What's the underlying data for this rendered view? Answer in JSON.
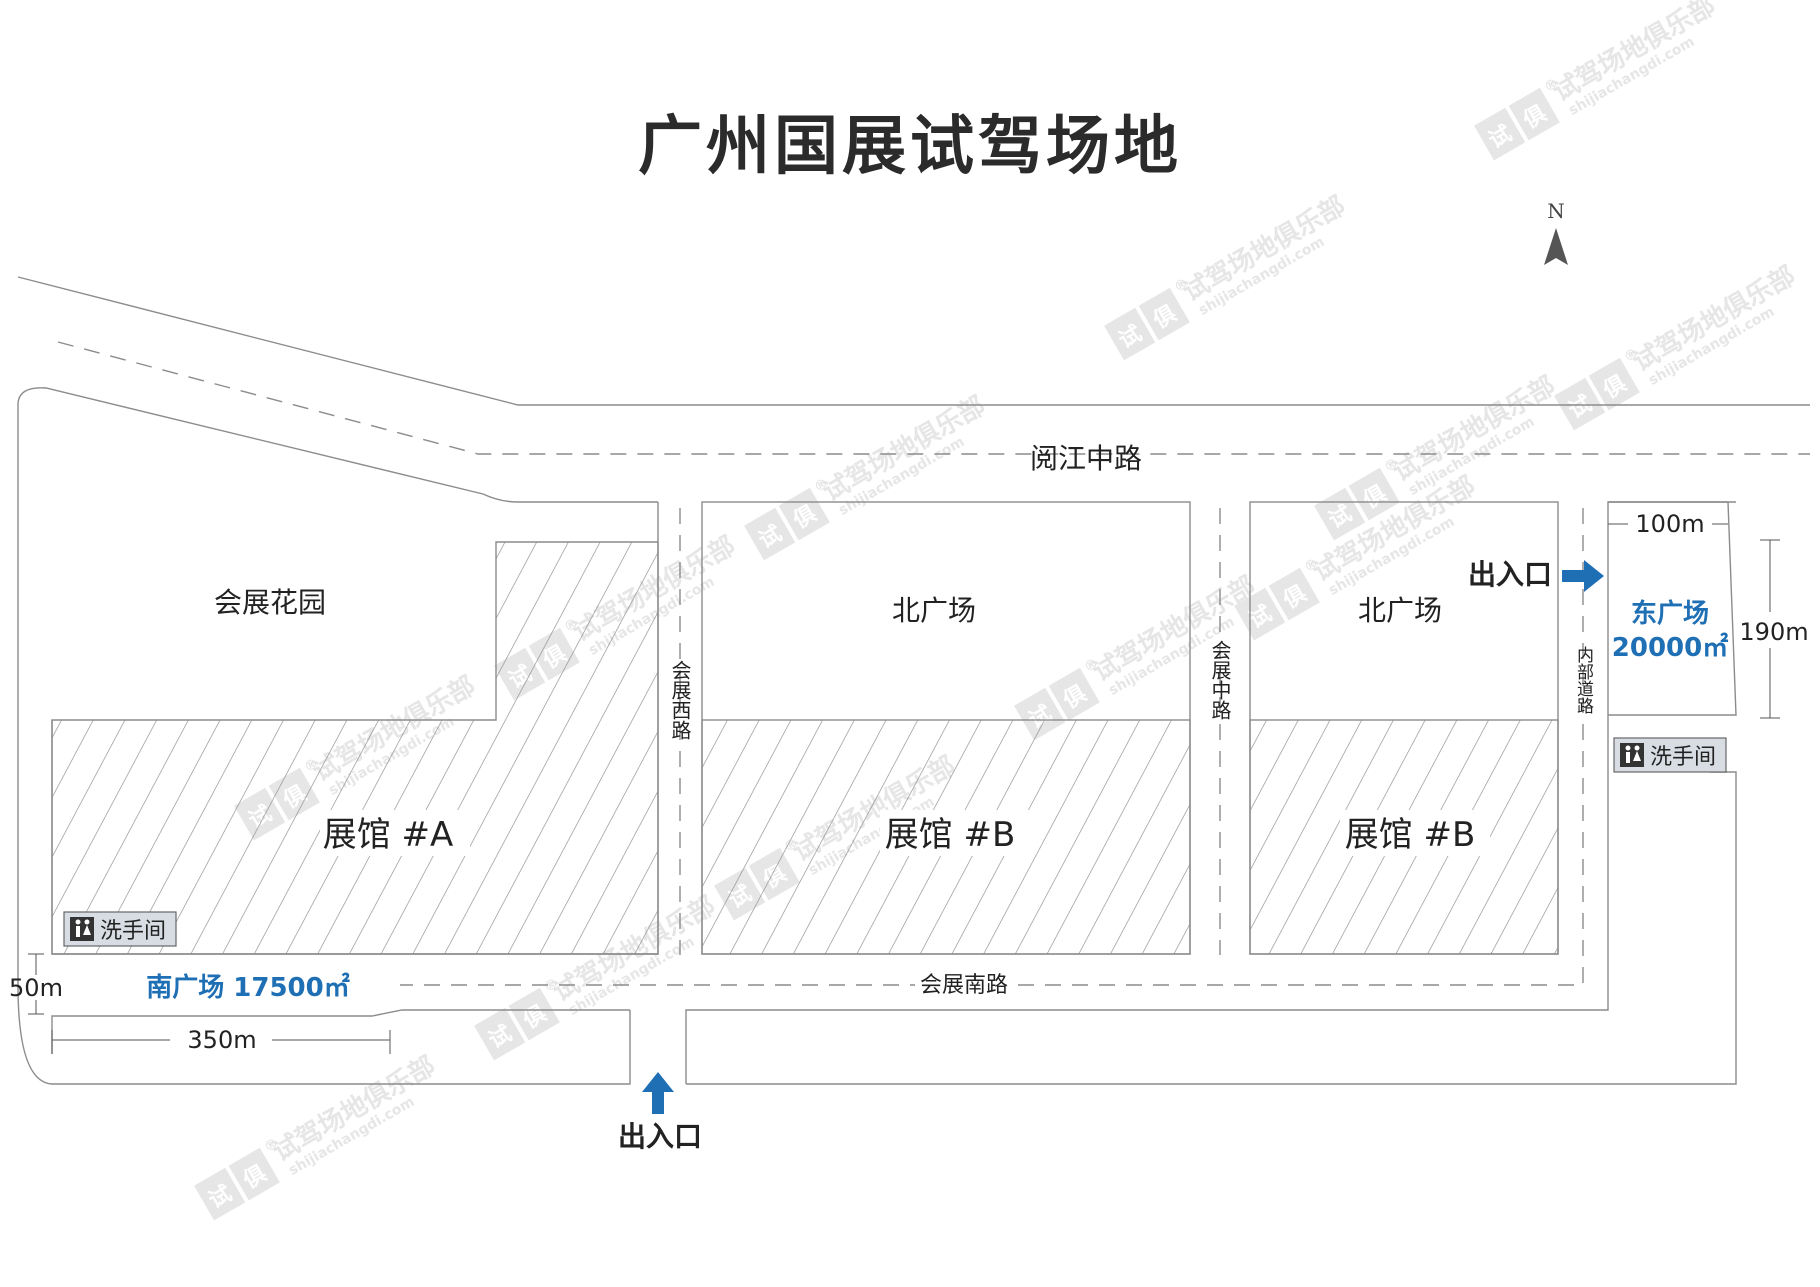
{
  "title": "广州国展试驾场地",
  "compass": {
    "label": "N"
  },
  "roads": {
    "north": "阅江中路",
    "west": "会展西路",
    "middle": "会展中路",
    "internal": "内部道路",
    "south": "会展南路"
  },
  "areas": {
    "garden": "会展花园",
    "north_plaza_1": "北广场",
    "north_plaza_2": "北广场",
    "hall_a": "展馆 #A",
    "hall_b1": "展馆 #B",
    "hall_b2": "展馆 #B",
    "south_plaza": "南广场 17500㎡",
    "east_plaza_name": "东广场",
    "east_plaza_size": "20000㎡"
  },
  "facilities": {
    "restroom_label": "洗手间"
  },
  "entrances": {
    "south": "出入口",
    "east": "出入口"
  },
  "dimensions": {
    "south_width": "350m",
    "south_depth": "50m",
    "east_width": "100m",
    "east_depth": "190m"
  },
  "watermark": {
    "logo_left": "试",
    "logo_right": "俱",
    "text": "试驾场地俱乐部",
    "site": "shijiachangdi.com",
    "mark": "®"
  },
  "colors": {
    "line": "#8c8c8c",
    "accent_blue": "#1f6fb5",
    "text": "#222222",
    "watermark": "#e6e6e6"
  }
}
